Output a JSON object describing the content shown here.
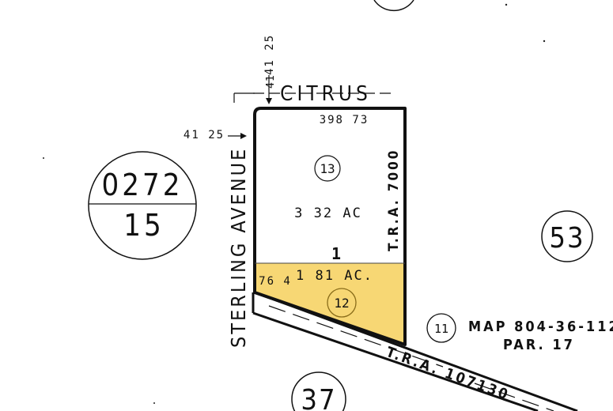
{
  "map": {
    "street_north": "CITRUS",
    "street_west": "STERLING AVENUE",
    "dim_top_vertical": "41 25",
    "dim_top_small": "41",
    "dim_left": "41 25",
    "dim_top_lot": "398 73",
    "dim_bottom_lot": "76 4",
    "book_page": {
      "top": "0272",
      "bottom": "15"
    },
    "parcel_13": {
      "number": "13",
      "area": "3 32 AC"
    },
    "parcel_12": {
      "number": "12",
      "area": "1 81 AC."
    },
    "lot_number": "1",
    "tra_right": "T.R.A. 7000",
    "tra_diagonal": "T.R.A. 107130",
    "neighbor_east": "53",
    "neighbor_south": "37",
    "neighbor_11": "11",
    "map_ref": "MAP 804-36-112",
    "map_par": "PAR. 17",
    "colors": {
      "highlight": "#f7d774",
      "ink": "#111111"
    }
  }
}
